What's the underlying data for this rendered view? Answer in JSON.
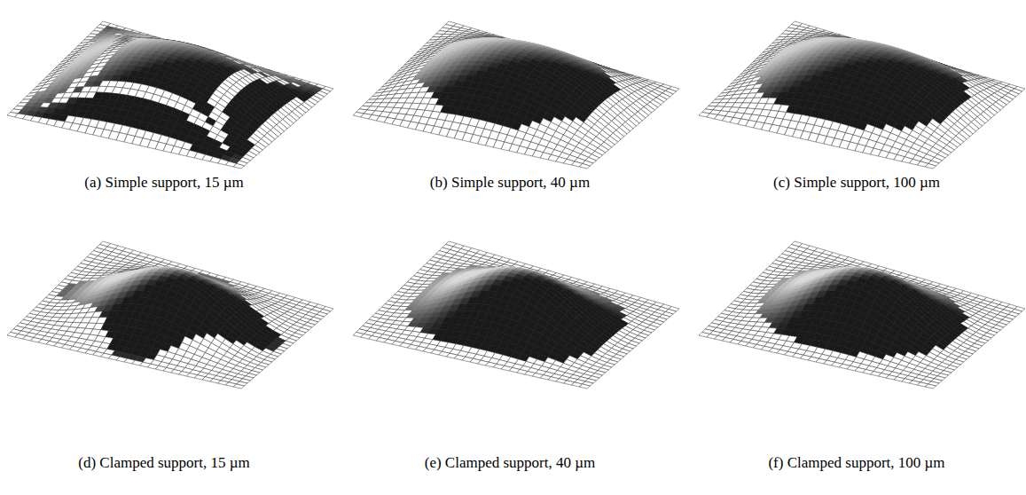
{
  "diagram": {
    "labels": [
      "(a) Simple support, 15 µm",
      "(b) Simple support, 40 µm",
      "(c) Simple support, 100 µm",
      "(d) Clamped support, 15 µm",
      "(e) Clamped support, 40 µm",
      "(f) Clamped support, 100 µm"
    ]
  }
}
